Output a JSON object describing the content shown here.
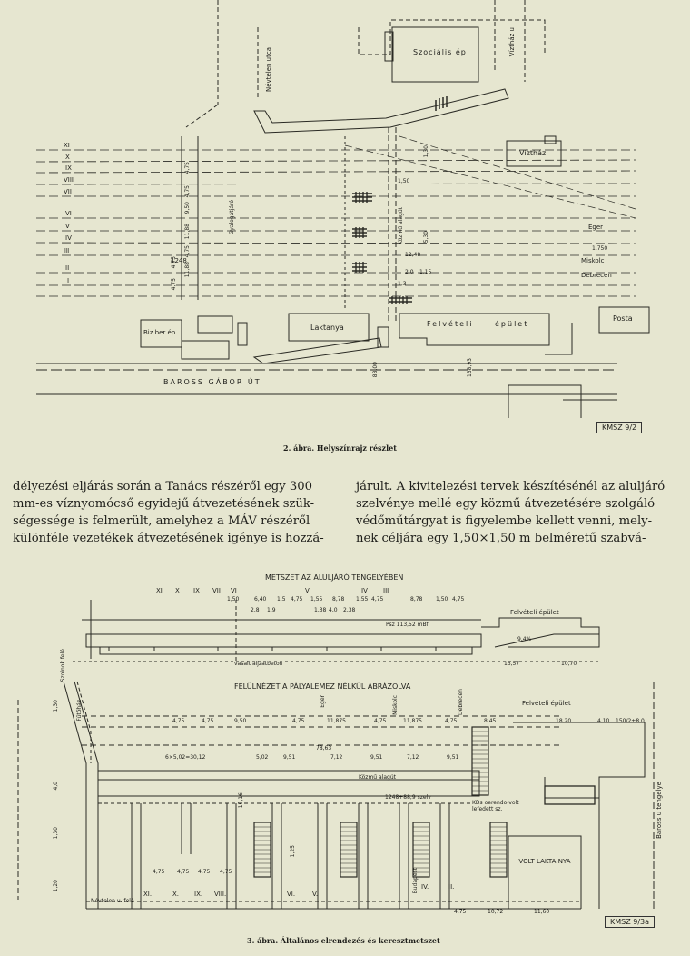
{
  "figure2": {
    "caption": "2. ábra. Helyszínrajz részlet",
    "stamp": "KMSZ 9/2",
    "labels": {
      "szocialis": "Szociális ép",
      "vizhaz": "Víztház",
      "vizhaz_u": "Víztház u",
      "nevtelen": "Névtelen utca",
      "laktanya": "Laktanya",
      "felveteli": "Felvételi",
      "epulet": "épület",
      "posta": "Posta",
      "bizber": "Biz.ber ép.",
      "baross": "BAROSS GÁBOR ÚT",
      "eger": "Eger",
      "miskolc": "Miskolc",
      "debrecen": "Debrecen",
      "gyalogatjaro": "Gyalogátjáró",
      "kozmu": "Közmű alagút"
    },
    "tracks": [
      "XI",
      "X",
      "IX",
      "VIII",
      "VII",
      "VI",
      "V",
      "IV",
      "III",
      "II",
      "I"
    ],
    "dims": [
      "4,75",
      "4,75",
      "9,50",
      "11,88",
      "4,75",
      "11,88",
      "4,75",
      "4,75",
      "1248",
      "1,30",
      "5,30",
      "1,50",
      "1,15",
      "12,48",
      "2,0",
      "1,3",
      "1,750",
      "88,00",
      "138,93"
    ]
  },
  "paragraph": {
    "col1": [
      "délyezési eljárás során a Tanács részéről egy 300",
      "mm-es víznyomócső egyidejű átvezetésének szük-",
      "ségessége is felmerült, amelyhez a MÁV részéről",
      "különféle vezetékek átvezetésének igénye is hozzá-"
    ],
    "col2": [
      "járult. A kivitelezési tervek készítésénél az aluljáró",
      "szelvénye mellé egy közmű átvezetésére szolgáló",
      "védőműtárgyat is figyelembe kellett venni, mely-",
      "nek céljára egy 1,50×1,50 m belméretű szabvá-"
    ]
  },
  "figure3": {
    "caption": "3. ábra. Általános elrendezés és keresztmetszet",
    "stamp": "KMSZ 9/3a",
    "title_section": "METSZET AZ ALULJÁRÓ TENGELYÉBEN",
    "title_plan": "FELÜLNÉZET A PÁLYALEMEZ NÉLKÜL ÁBRÁZOLVA",
    "tracks_top": [
      "XI",
      "X",
      "IX",
      "VII",
      "VI",
      "V",
      "IV",
      "III"
    ],
    "tracks_bottom": [
      "XI.",
      "X.",
      "IX.",
      "VIII.",
      "VI.",
      "V.",
      "IV.",
      "II."
    ],
    "section_dims": [
      "1,50",
      "6,40",
      "1,5",
      "4,75",
      "1,55",
      "8,78",
      "1,55",
      "4,75",
      "8,78",
      "1,50",
      "4,75",
      "2,8",
      "1,9",
      "1,38",
      "4,0",
      "2,38",
      "Psz 113,52 mBf",
      "9,4%",
      "13,57",
      "10,70"
    ],
    "plan_dims": [
      "4,75",
      "4,75",
      "9,50",
      "4,75",
      "11,875",
      "4,75",
      "11,875",
      "4,75",
      "8,45",
      "18,20",
      "4,10",
      "150/2+8,0",
      "6×5,02=30,12",
      "5,02",
      "9,51",
      "78,63",
      "7,12",
      "9,51",
      "7,12",
      "9,51",
      "1248+88,9 szelv",
      "1,25",
      "10,16",
      "4,75",
      "4,75",
      "4,75",
      "4,75",
      "4,75",
      "10,72",
      "11,60",
      "1,30",
      "4,0",
      "1,30",
      "1,20"
    ],
    "labels": {
      "felveteli": "Felvételi épület",
      "vasalt": "vasalt aljzatbeton",
      "kozmu": "Közmű alagút",
      "kds": "KDs oerendo-volt lefedett sz.",
      "volt": "VOLT LAKTA-NYA",
      "baross": "Baross u tengelye",
      "nevtelen": "Névtelen u. felé",
      "fulhaz": "Fűtőház",
      "szolnok": "Szolnok felé",
      "eger": "Eger",
      "miskolc": "Miskolc",
      "debrecen": "Debrecen",
      "budapest": "Budapest"
    }
  }
}
